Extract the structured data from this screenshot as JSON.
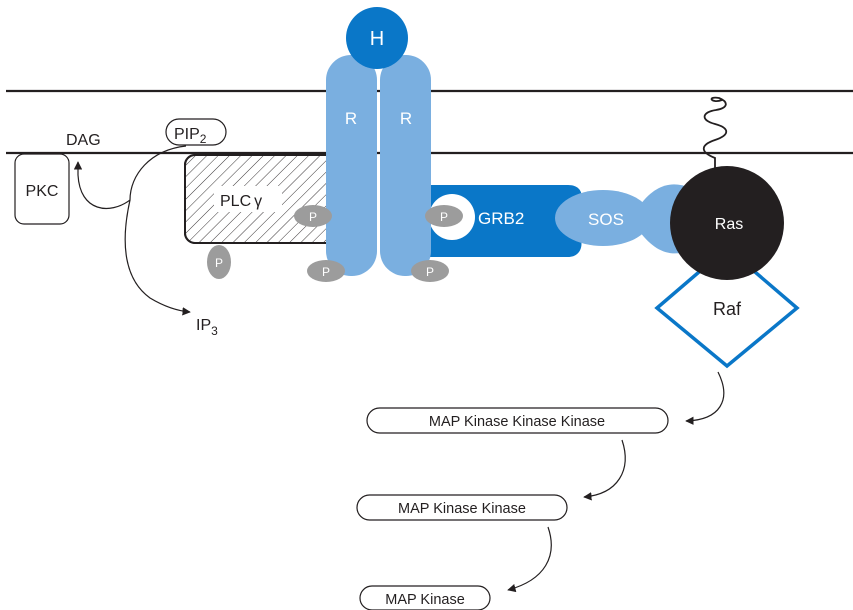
{
  "diagram": {
    "hormone_label": "H",
    "receptor_label": "R",
    "phospho_label": "P",
    "pip2": {
      "main": "PIP",
      "sub": "2"
    },
    "dag_label": "DAG",
    "pkc_label": "PKC",
    "plc_label": "PLC",
    "plc_greek": "γ",
    "ip3": {
      "main": "IP",
      "sub": "3"
    },
    "grb2_label": "GRB2",
    "sos_label": "SOS",
    "ras_label": "Ras",
    "raf_label": "Raf",
    "cascade": [
      "MAP Kinase Kinase Kinase",
      "MAP Kinase Kinase",
      "MAP Kinase"
    ]
  },
  "colors": {
    "receptor": "#7aafe0",
    "dark_blue": "#0a77c8",
    "ras": "#231f20",
    "phospho": "#9c9c9c",
    "raf_outline": "#0a77c8",
    "membrane": "#231f20"
  }
}
